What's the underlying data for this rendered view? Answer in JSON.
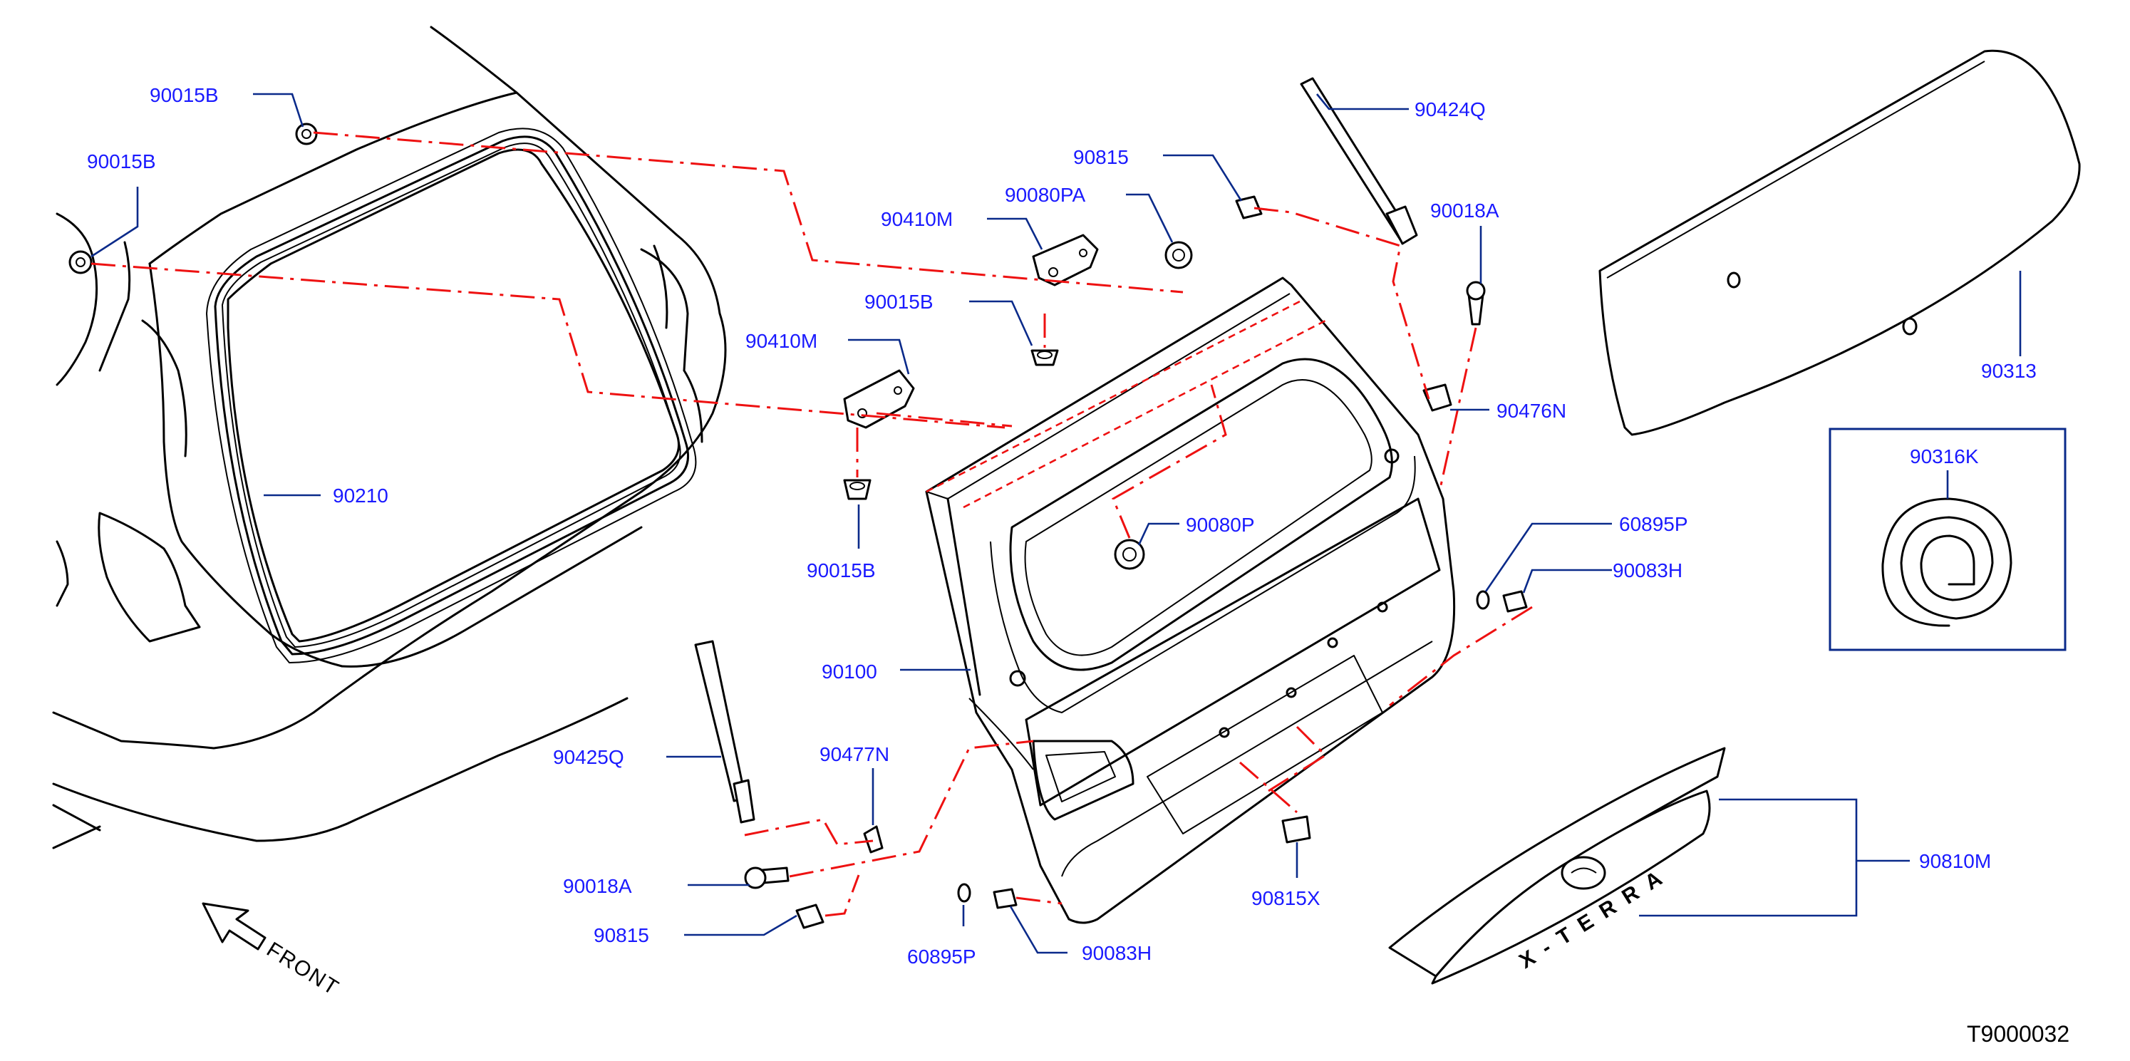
{
  "diagram_id": "T9000032",
  "direction_label": "FRONT",
  "badge_text": "X-TERRA",
  "colors": {
    "label": "#1a1aff",
    "leader": "#0a2a8a",
    "dashed": "#ee1111",
    "line": "#000000"
  },
  "labels": {
    "l01": "90015B",
    "l02": "90015B",
    "l03": "90210",
    "l04": "90410M",
    "l05": "90080PA",
    "l06": "90015B",
    "l07": "90410M",
    "l08": "90015B",
    "l09": "90815",
    "l10": "90424Q",
    "l11": "90018A",
    "l12": "90476N",
    "l13": "90313",
    "l14": "90316K",
    "l15": "90080P",
    "l16": "60895P",
    "l17": "90083H",
    "l18": "90100",
    "l19": "90425Q",
    "l20": "90477N",
    "l21": "90018A",
    "l22": "90815",
    "l23": "60895P",
    "l24": "90083H",
    "l25": "90815X",
    "l26": "90810M"
  }
}
